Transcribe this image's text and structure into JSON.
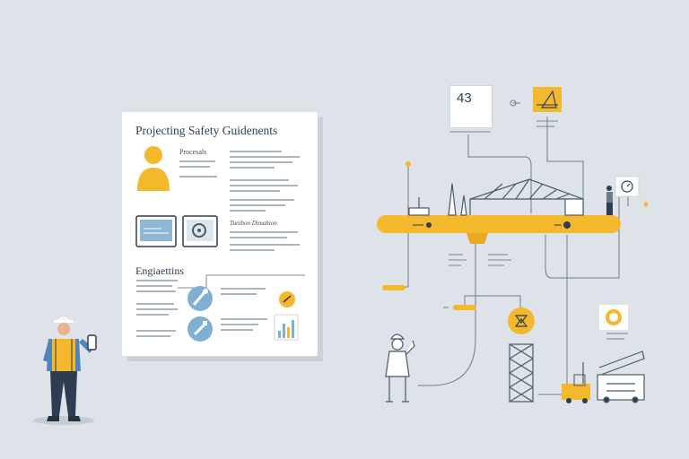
{
  "document": {
    "title": "Projecting Safety Guidenents",
    "subtitle_1": "Procesals",
    "subtitle_2": "Tunibon Dimahion",
    "section_heading": "Engiaettins"
  },
  "panel": {
    "step_number": "43"
  },
  "colors": {
    "background": "#dde3e8",
    "accent": "#f4b82c",
    "line": "#6f7c88",
    "navy": "#2e3d52",
    "paper": "#ffffff"
  },
  "icons": [
    "user-avatar-icon",
    "monitor-icon",
    "gear-monitor-icon",
    "wrench-icon",
    "tool-icon",
    "bar-chart-icon",
    "hard-hat-worker-icon",
    "crane-icon",
    "excavator-icon",
    "scaffold-tower-icon",
    "forklift-icon",
    "clock-icon",
    "timer-icon",
    "caution-sign-icon"
  ]
}
